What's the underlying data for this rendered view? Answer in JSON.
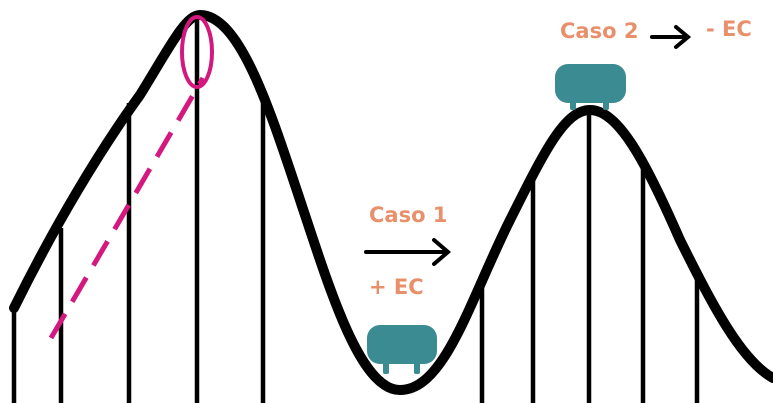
{
  "labels": {
    "case1": "Caso 1",
    "case1_effect": "+ EC",
    "case2": "Caso 2",
    "case2_effect": "- EC"
  },
  "colors": {
    "track": "#000000",
    "label": "#E8906B",
    "cart": "#3A8C92",
    "highlight": "#D3197F",
    "arrow": "#000000"
  }
}
